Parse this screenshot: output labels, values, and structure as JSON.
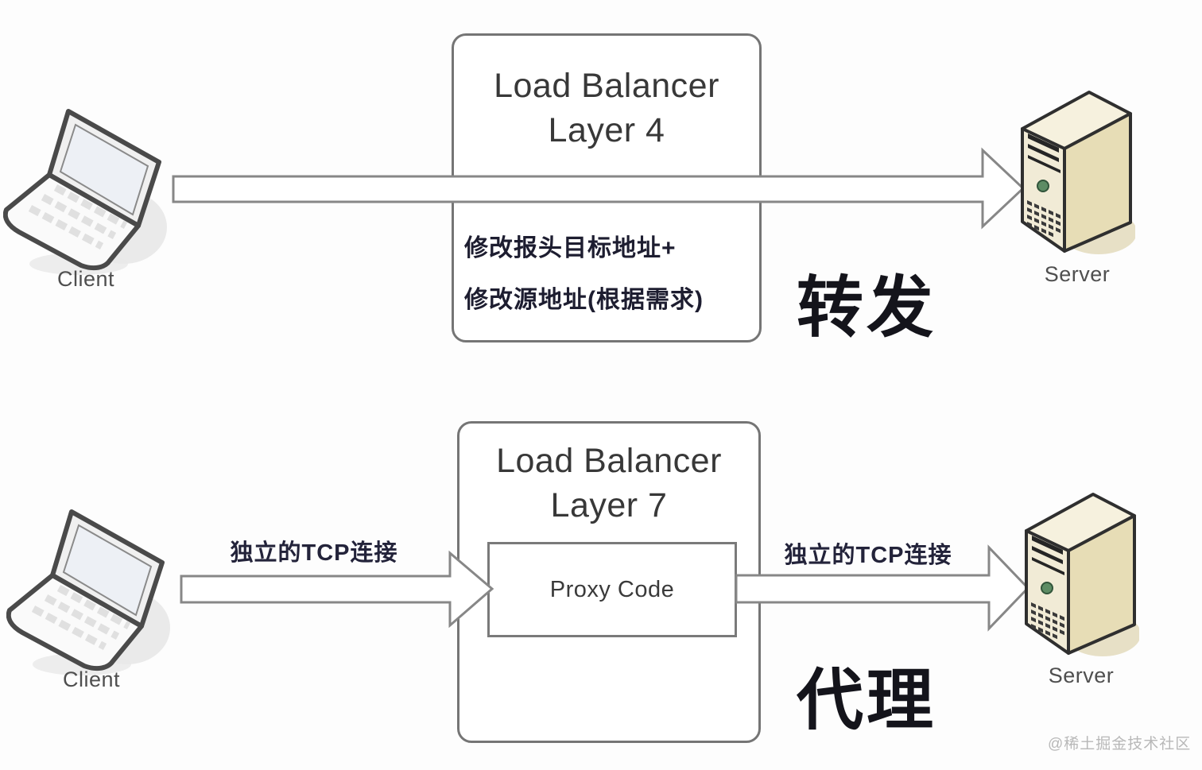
{
  "colors": {
    "background": "#fdfdfd",
    "box_border": "#757575",
    "arrow_stroke": "#878787",
    "title_text": "#383838",
    "cjk_note_text": "#1d1d30",
    "big_label_text": "#14141b",
    "node_label_text": "#4f4f4f",
    "server_front": "#f1ebd6",
    "server_side": "#e7ddb6",
    "server_top": "#f6f1de",
    "power_button_green": "#5d8c64",
    "watermark_text": "#b8b8b8"
  },
  "top": {
    "client_label": "Client",
    "server_label": "Server",
    "title_line1": "Load Balancer",
    "title_line2": "Layer 4",
    "note_line1": "修改报头目标地址+",
    "note_line2": "修改源地址(根据需求)",
    "mode_label": "转发"
  },
  "bottom": {
    "client_label": "Client",
    "server_label": "Server",
    "title_line1": "Load Balancer",
    "title_line2": "Layer 7",
    "proxy_label": "Proxy Code",
    "left_arrow_label": "独立的TCP连接",
    "right_arrow_label": "独立的TCP连接",
    "mode_label": "代理"
  },
  "watermark": {
    "text": "@稀土掘金技术社区"
  }
}
